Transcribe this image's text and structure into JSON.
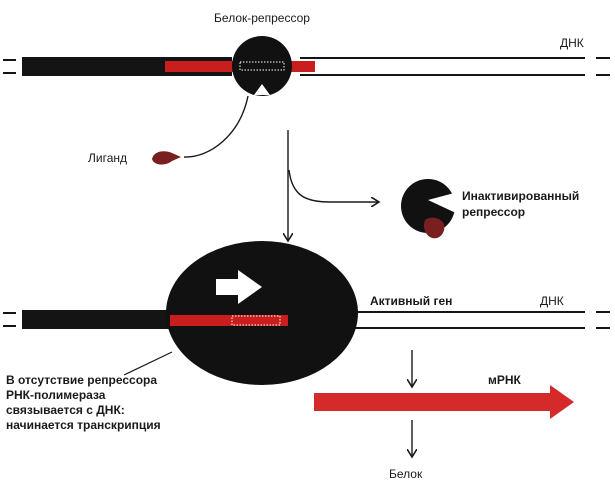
{
  "labels": {
    "repressor_protein": "Белок-репрессор",
    "dna_top": "ДНК",
    "ligand": "Лиганд",
    "inactivated_line1": "Инактивированный",
    "inactivated_line2": "репрессор",
    "active_gene": "Активный ген",
    "dna_bottom": "ДНК",
    "mrna": "мРНК",
    "protein": "Белок",
    "note_line1": "В отсутствие репрессора",
    "note_line2": "РНК-полимераза",
    "note_line3": "связывается с ДНК:",
    "note_line4": "начинается транскрипция"
  },
  "colors": {
    "dna_dark": "#141414",
    "gene_red": "#c81e1e",
    "ligand": "#7a1f1f",
    "mrna_arrow": "#d42a2a"
  }
}
